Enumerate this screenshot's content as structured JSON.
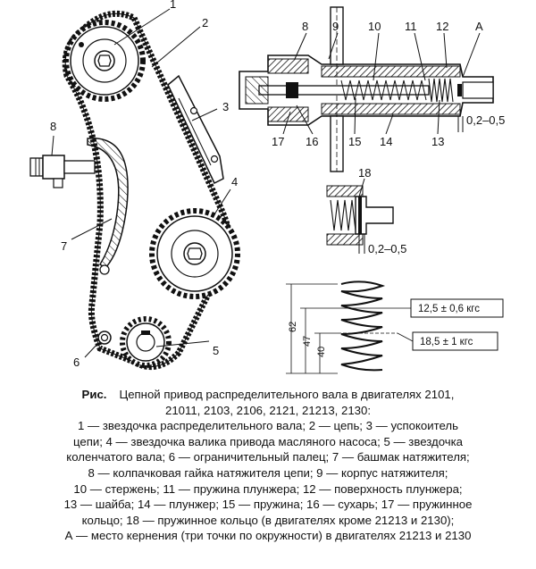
{
  "figure": {
    "labels": {
      "l1": "1",
      "l2": "2",
      "l3": "3",
      "l4": "4",
      "l5": "5",
      "l6": "6",
      "l7": "7",
      "l8": "8",
      "d8": "8",
      "d9": "9",
      "d10": "10",
      "d11": "11",
      "d12": "12",
      "dA": "A",
      "d17": "17",
      "d16": "16",
      "d15": "15",
      "d14": "14",
      "d13": "13",
      "d18": "18",
      "gap1": "0,2–0,5",
      "gap2": "0,2–0,5",
      "dim62": "62",
      "dim47": "47",
      "dim40": "40",
      "force1": "12,5 ± 0,6 кгс",
      "force2": "18,5 ± 1 кгс"
    }
  },
  "caption": {
    "ris": "Рис.",
    "title_line1": "Цепной привод распределительного вала в двигателях 2101,",
    "title_line2": "21011, 2103, 2106, 2121, 21213, 2130:",
    "lines": [
      "1 — звездочка распределительного вала; 2 — цепь; 3 — успокоитель",
      "цепи; 4 — звездочка валика привода масляного насоса; 5 — звездочка",
      "коленчатого вала; 6 — ограничительный палец; 7 — башмак натяжителя;",
      "8 — колпачковая гайка натяжителя цепи; 9 — корпус натяжителя;",
      "10 — стержень; 11 — пружина плунжера; 12 — поверхность плунжера;",
      "13 — шайба; 14 — плунжер; 15 — пружина; 16 — сухарь; 17 — пружинное",
      "кольцо; 18 — пружинное кольцо (в двигателях кроме 21213 и 2130);",
      "А — место кернения (три точки по окружности) в двигателях 21213 и 2130"
    ]
  }
}
